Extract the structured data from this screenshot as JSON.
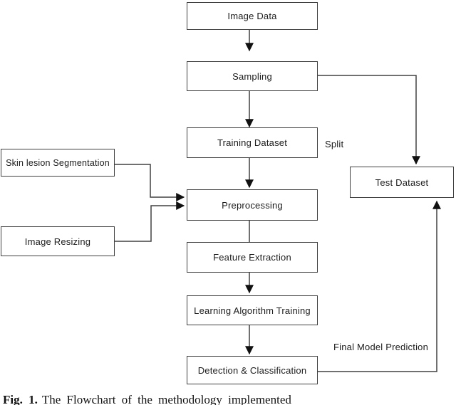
{
  "diagram": {
    "type": "flowchart",
    "nodes": {
      "image_data": "Image Data",
      "sampling": "Sampling",
      "training_dataset": "Training Dataset",
      "test_dataset": "Test Dataset",
      "skin_lesion_segmentation": "Skin lesion Segmentation",
      "image_resizing": "Image Resizing",
      "preprocessing": "Preprocessing",
      "feature_extraction": "Feature Extraction",
      "learning_algorithm_training": "Learning Algorithm Training",
      "detection_classification": "Detection & Classification"
    },
    "edge_labels": {
      "split": "Split",
      "final_model_prediction": "Final Model Prediction"
    },
    "edges": [
      {
        "from": "image_data",
        "to": "sampling",
        "arrow": true
      },
      {
        "from": "sampling",
        "to": "training_dataset",
        "arrow": true
      },
      {
        "from": "sampling",
        "to": "test_dataset",
        "arrow": true,
        "label": "Split"
      },
      {
        "from": "training_dataset",
        "to": "preprocessing",
        "arrow": true
      },
      {
        "from": "skin_lesion_segmentation",
        "to": "preprocessing",
        "arrow": true
      },
      {
        "from": "image_resizing",
        "to": "preprocessing",
        "arrow": true
      },
      {
        "from": "preprocessing",
        "to": "feature_extraction",
        "arrow": false
      },
      {
        "from": "feature_extraction",
        "to": "learning_algorithm_training",
        "arrow": true
      },
      {
        "from": "learning_algorithm_training",
        "to": "detection_classification",
        "arrow": true
      },
      {
        "from": "detection_classification",
        "to": "test_dataset",
        "arrow": true,
        "label": "Final Model Prediction"
      }
    ],
    "colors": {
      "background": "#ffffff",
      "box_fill": "#ffffff",
      "box_border": "#3f3f3f",
      "line": "#404040",
      "arrowhead": "#111111",
      "text": "#1b1b1b"
    }
  },
  "caption": {
    "prefix": "Fig. 1.",
    "text": "The Flowchart of the methodology implemented"
  }
}
